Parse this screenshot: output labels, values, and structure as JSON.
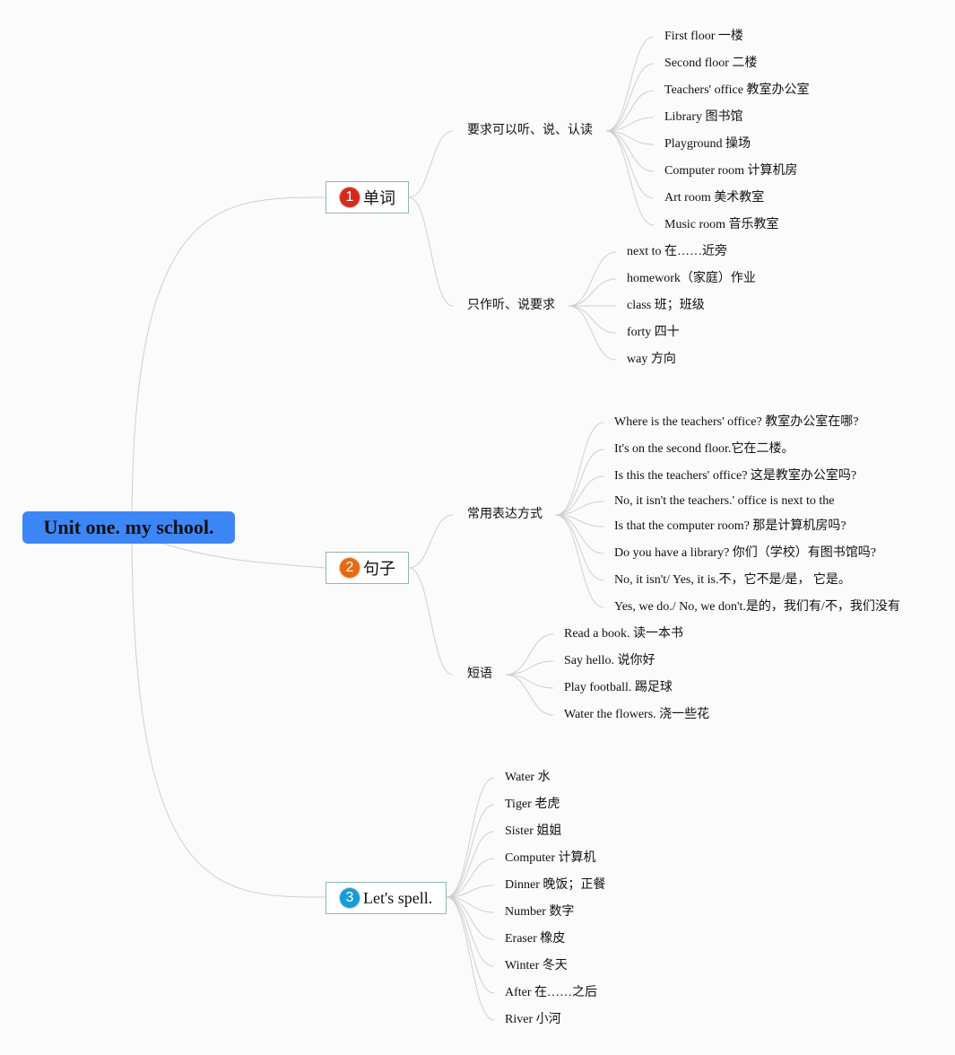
{
  "root": "Unit one. my school.",
  "colors": {
    "root_bg": "#3d86f5",
    "badge_1": "#d42a1c",
    "badge_2": "#e56a12",
    "badge_3": "#1a9bd9",
    "line": "#cfcfcf"
  },
  "branches": [
    {
      "number": "1",
      "label": "单词",
      "topics": [
        {
          "label": "要求可以听、说、认读",
          "items": [
            "First floor 一楼",
            "Second floor 二楼",
            "Teachers' office 教室办公室",
            "Library 图书馆",
            "Playground 操场",
            "Computer room 计算机房",
            "Art room 美术教室",
            "Music room 音乐教室"
          ]
        },
        {
          "label": "只作听、说要求",
          "items": [
            "next to 在……近旁",
            "homework（家庭）作业",
            "class 班；班级",
            "forty 四十",
            "way 方向"
          ]
        }
      ]
    },
    {
      "number": "2",
      "label": "句子",
      "topics": [
        {
          "label": "常用表达方式",
          "items": [
            "Where is the teachers' office? 教室办公室在哪?",
            "It's on the second floor.它在二楼。",
            "Is this the teachers' office? 这是教室办公室吗?",
            "No, it isn't the teachers.' office is next to the",
            "Is that the computer room? 那是计算机房吗?",
            "Do you have a library? 你们（学校）有图书馆吗?",
            "No, it isn't/ Yes, it is.不，它不是/是， 它是。",
            "Yes, we do./ No, we don't.是的，我们有/不，我们没有"
          ]
        },
        {
          "label": "短语",
          "items": [
            "Read a book. 读一本书",
            "Say hello. 说你好",
            "Play football. 踢足球",
            "Water the flowers. 浇一些花"
          ]
        }
      ]
    },
    {
      "number": "3",
      "label": "Let's spell.",
      "items": [
        "Water 水",
        "Tiger 老虎",
        "Sister 姐姐",
        "Computer 计算机",
        "Dinner 晚饭；正餐",
        "Number 数字",
        "Eraser 橡皮",
        "Winter 冬天",
        "After 在……之后",
        "River 小河"
      ]
    }
  ]
}
